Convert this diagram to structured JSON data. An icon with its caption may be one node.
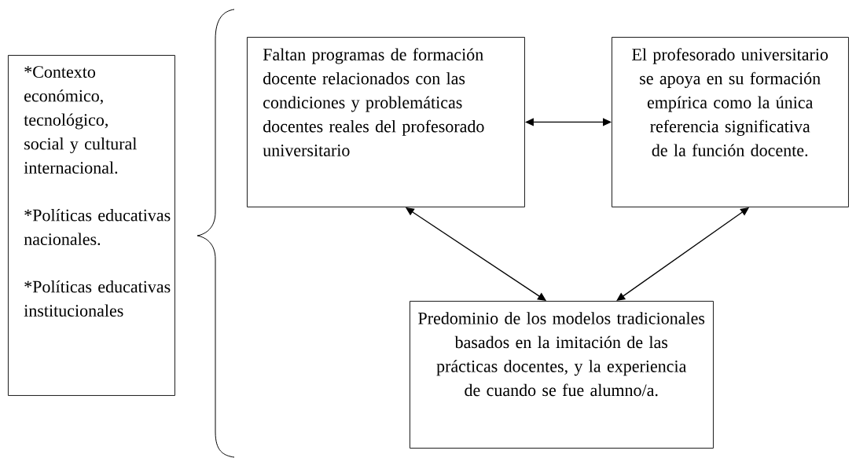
{
  "diagram": {
    "nodes": [
      {
        "text": [
          "*Contexto económico, tecnológico, social y cultural internacional.",
          "*Políticas educativas nacionales.",
          "*Políticas educativas institucionales"
        ]
      },
      {
        "text": [
          "Faltan programas de formación docente relacionados con las condiciones y problemáticas docentes reales del profesorado universitario"
        ]
      },
      {
        "text": [
          "El profesorado universitario se apoya en su formación empírica como la única referencia significativa de la función docente."
        ]
      },
      {
        "text": [
          "Predominio de los modelos tradicionales basados en la imitación de las prácticas docentes, y la experiencia de cuando se fue alumno/a."
        ]
      }
    ],
    "edges": [
      {
        "from": 1,
        "to": 2,
        "arrow": "both"
      },
      {
        "from": 1,
        "to": 3,
        "arrow": "both"
      },
      {
        "from": 2,
        "to": 3,
        "arrow": "both"
      }
    ]
  }
}
